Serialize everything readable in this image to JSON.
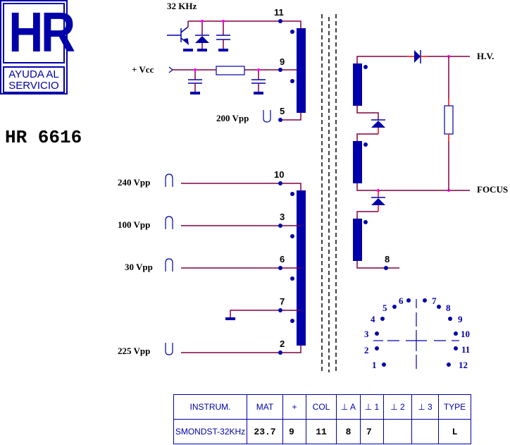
{
  "logo": {
    "title": "HR",
    "subtitle_line1": "AYUDA AL",
    "subtitle_line2": "SERVICIO"
  },
  "model": "HR 6616",
  "colors": {
    "wire": "#800040",
    "component": "#0000aa",
    "junction": "#ff00ff",
    "lead": "#ff0000"
  },
  "primary": {
    "frequency_label": "32 KHz",
    "vcc_label": "+ Vcc",
    "pins": [
      {
        "pin": "11",
        "label": ""
      },
      {
        "pin": "9",
        "label": ""
      },
      {
        "pin": "5",
        "label": "200 Vpp"
      }
    ]
  },
  "secondary_windings": [
    {
      "pin": "10",
      "label": "240 Vpp"
    },
    {
      "pin": "3",
      "label": "100 Vpp"
    },
    {
      "pin": "6",
      "label": "30 Vpp"
    },
    {
      "pin": "7",
      "label": ""
    },
    {
      "pin": "2",
      "label": "225 Vpp"
    }
  ],
  "hv_section": {
    "hv_label": "H.V.",
    "focus_label": "FOCUS",
    "pin": "8"
  },
  "socket_pins": [
    "1",
    "2",
    "3",
    "4",
    "5",
    "6",
    "7",
    "8",
    "9",
    "10",
    "11",
    "12"
  ],
  "table": {
    "headers": [
      "INSTRUM.",
      "MAT",
      "+",
      "COL",
      "⊥ A",
      "⊥ 1",
      "⊥ 2",
      "⊥ 3",
      "TYPE"
    ],
    "values": [
      "SMONDST-32KHz",
      "23.7",
      "9",
      "11",
      "8",
      "7",
      "",
      "",
      "L"
    ]
  }
}
